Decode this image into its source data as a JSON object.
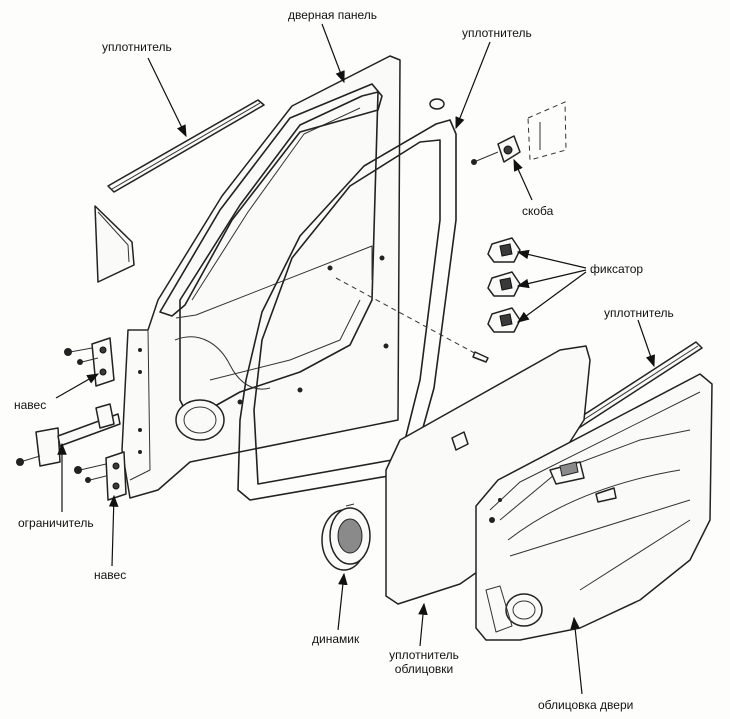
{
  "labels": {
    "door_panel": "дверная панель",
    "seal_upper_left": "уплотнитель",
    "seal_frame": "уплотнитель",
    "bracket": "скоба",
    "clip": "фиксатор",
    "seal_right": "уплотнитель",
    "hinge_upper": "навес",
    "limiter": "ограничитель",
    "hinge_lower": "навес",
    "speaker": "динамик",
    "trim_seal_line1": "уплотнитель",
    "trim_seal_line2": "облицовки",
    "door_trim": "облицовка двери"
  }
}
